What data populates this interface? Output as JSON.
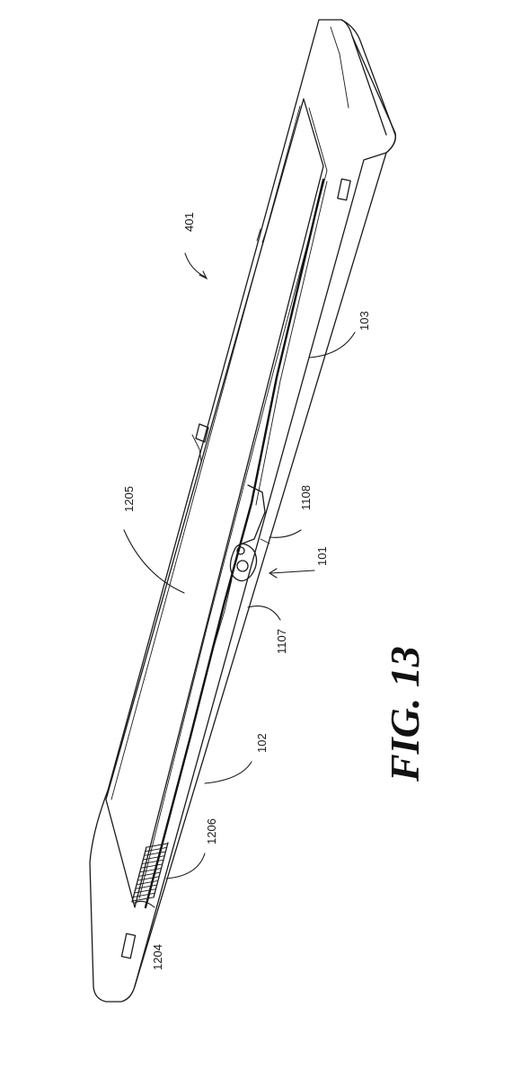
{
  "figure": {
    "caption": "FIG. 13"
  },
  "labels": {
    "ref_401": "401",
    "ref_1205": "1205",
    "ref_1108": "1108",
    "ref_101": "101",
    "ref_1107": "1107",
    "ref_103": "103",
    "ref_102": "102",
    "ref_1206": "1206",
    "ref_1204": "1204"
  }
}
